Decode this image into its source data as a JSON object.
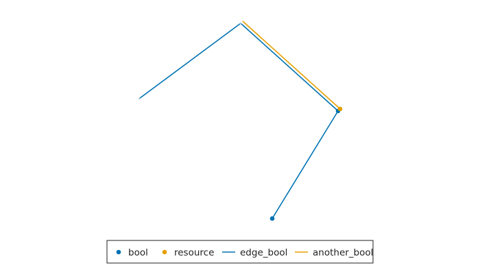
{
  "chart_data": {
    "type": "graph",
    "legend": {
      "placement": "bottom-center",
      "entries": [
        {
          "label": "bool",
          "marker": "point",
          "color": "#0072b2"
        },
        {
          "label": "resource",
          "marker": "point",
          "color": "#e69f00"
        },
        {
          "label": "edge_bool",
          "marker": "line",
          "color": "#0072b2"
        },
        {
          "label": "another_bool",
          "marker": "line",
          "color": "#e69f00"
        }
      ]
    },
    "nodes": [
      {
        "id": "n1",
        "kind": "bool",
        "visible": false
      },
      {
        "id": "n2",
        "kind": "bool",
        "visible": false
      },
      {
        "id": "n3",
        "kind": "bool",
        "visible": true
      },
      {
        "id": "n4",
        "kind": "bool",
        "visible": true
      },
      {
        "id": "n5",
        "kind": "resource",
        "visible": true
      }
    ],
    "edges": [
      {
        "source": "n1",
        "target": "n2",
        "type": "edge_bool"
      },
      {
        "source": "n2",
        "target": "n3",
        "type": "edge_bool"
      },
      {
        "source": "n3",
        "target": "n4",
        "type": "edge_bool"
      },
      {
        "source": "n2",
        "target": "n5",
        "type": "another_bool"
      }
    ],
    "colors": {
      "bool": "#0072b2",
      "resource": "#e69f00"
    }
  }
}
